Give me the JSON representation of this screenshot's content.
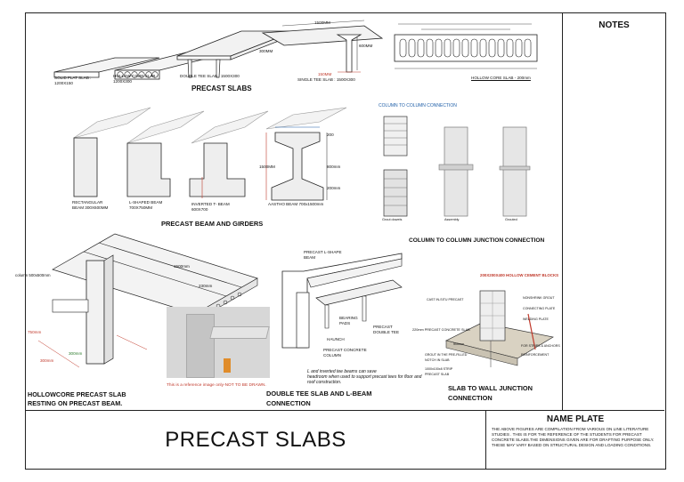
{
  "notes": {
    "title": "NOTES"
  },
  "sheet_title": "PRECAST SLABS",
  "name_plate": {
    "title": "NAME PLATE",
    "text": "THE ABOVE FIGURES ARE COMPILATION FROM VARIOUS ON LINE LITERATURE STUDIES . THIS IS FOR THE REFERENCE OF THE STUDENTS FOR PRECAST CONCRETE SLABS.THE DIMENSIONS GIVEN ARE FOR DRAFTING PURPOSE ONLY. THESE MAY VARY BASED ON STRUCTURAL DESIGN AND LOADING CONDITIONS."
  },
  "captions": {
    "precast_slabs": "PRECAST SLABS",
    "beams_girders": "PRECAST BEAM AND GIRDERS",
    "column_junction": "COLUMN TO COLUMN JUNCTION CONNECTION",
    "hollowcore_line1": "HOLLOWCORE PRECAST SLAB",
    "hollowcore_line2": "RESTING ON PRECAST BEAM.",
    "double_tee_line1": "DOUBLE TEE SLAB AND L-BEAM",
    "double_tee_line2": "CONNECTION",
    "slab_wall_line1": "SLAB TO WALL JUNCTION",
    "slab_wall_line2": "CONNECTION"
  },
  "slab_labels": {
    "solid_flat_1": "SOLID FLAT SLAB :",
    "solid_flat_2": "1200X150",
    "hollow_core_1": "HOLLOW CORE SLAB :",
    "hollow_core_2": "1200X300",
    "double_tee": "DOUBLE TEE SLAB : 1500X300",
    "single_tee": "SINGLE TEE SLAB : 1500X300",
    "dim_top": "1500MM",
    "dim_300": "300MM",
    "dim_600": "600MM",
    "dim_150": "150MM",
    "hollow_section_caption": "HOLLOW CORE SLAB - 200mm"
  },
  "beam_labels": {
    "rect_1": "RECTANGULAR",
    "rect_2": "BEAM 300X600MM",
    "lshape_1": "L-SHAPED BEAM",
    "lshape_2": "700X750MM",
    "invt_1": "INVERTED T- BEAM",
    "invt_2": "600X700",
    "aashto": "AASTHO BEAM 700x1500mm",
    "dim_200": "200",
    "dim_1500": "1500MM",
    "dim_800": "800mm",
    "dim_200b": "200mm"
  },
  "column_labels": {
    "title": "COLUMN TO COLUMN CONNECTION",
    "sub1": "Grout dowels",
    "sub2": "Assembly",
    "sub3": "Grouted"
  },
  "hollowcore_labels": {
    "col": "column 500x500mm",
    "d1": "1500mm",
    "d2": "230mm",
    "d3": "750mm",
    "d4": "300mm",
    "d5": "300mm",
    "ref_note": "This is a reference image only-NOT TO BE DRAWN."
  },
  "double_tee_labels": {
    "lbeam_1": "PRECAST L-SHAPE",
    "lbeam_2": "BEAM",
    "bearing_1": "BEARING",
    "bearing_2": "PADS",
    "dtee_1": "PRECAST",
    "dtee_2": "DOUBLE TEE",
    "haunch": "HAUNCH",
    "col_1": "PRECAST CONCRETE",
    "col_2": "COLUMN",
    "note_1": "L and inverted tee beams can save",
    "note_2": "headroom when used to support precast tees for floor and",
    "note_3": "roof construction."
  },
  "wall_labels": {
    "blocks": "200X200X400 HOLLOW CEMENT BLOCKS",
    "slab": "220mm PRECAST CONCRETE SLAB",
    "l1": "CAST IN-SITU PRECAST",
    "l2": "NONSHRINK GROUT",
    "l3": "CONNECTING PLATE",
    "l4": "WELDING PLATE",
    "l5": "500mm",
    "l6": "FOR STRIPS & ANCHORS",
    "l7": "GROUT IN THE PRE-FILLED",
    "l8": "NOTCH IN SLAB",
    "l9": "REINFORCEMENT",
    "l10": "1000x100x8 STRIP",
    "l11": "PRECAST SLAB"
  },
  "colors": {
    "line": "#222222",
    "red": "#c0392b",
    "concrete": "#e8e8e8",
    "photo": "#d7d7d7",
    "blue": "#1f5fa8"
  }
}
